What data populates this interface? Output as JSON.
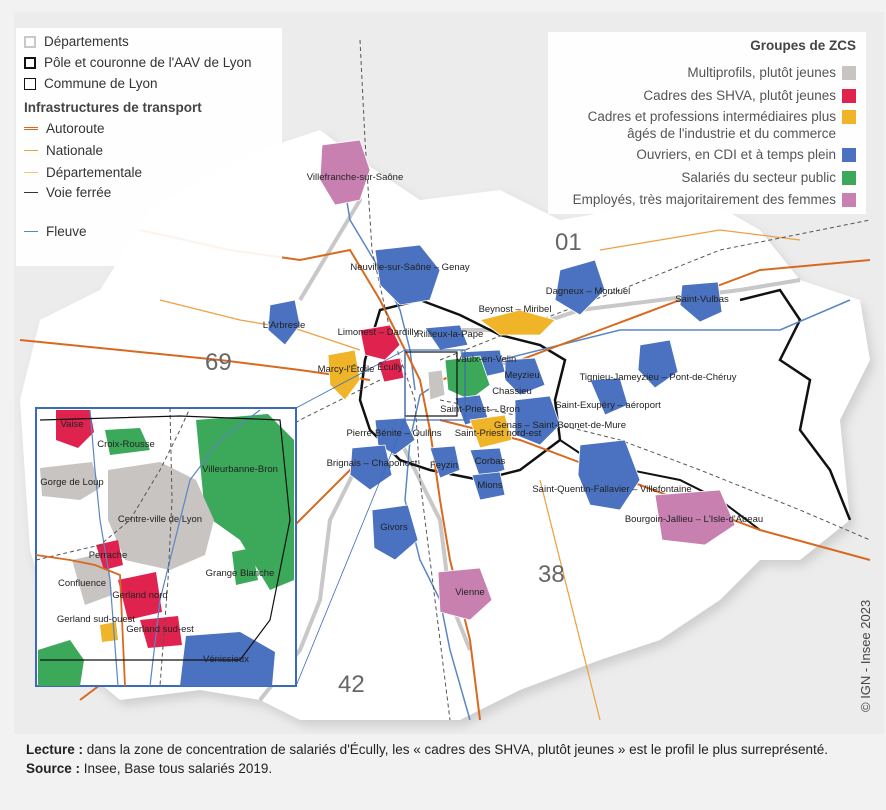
{
  "legend_left": {
    "departements": "Départements",
    "pole": "Pôle et couronne de l'AAV de Lyon",
    "commune": "Commune de Lyon",
    "infra_title": "Infrastructures de transport",
    "autoroute": "Autoroute",
    "nationale": "Nationale",
    "departementale": "Départementale",
    "voie_ferree": "Voie ferrée",
    "fleuve": "Fleuve"
  },
  "legend_right": {
    "title": "Groupes de ZCS",
    "groups": [
      {
        "label": "Multiprofils, plutôt jeunes",
        "color": "#c8c4c2"
      },
      {
        "label": "Cadres des SHVA, plutôt jeunes",
        "color": "#e0234e"
      },
      {
        "label": "Cadres et professions intermédiaires plus âgés de l'industrie et du commerce",
        "color": "#f0b428"
      },
      {
        "label": "Ouvriers, en CDI et à temps plein",
        "color": "#4a72c0"
      },
      {
        "label": "Salariés du secteur public",
        "color": "#3ca85a"
      },
      {
        "label": "Employés, très majoritairement des femmes",
        "color": "#c880b0"
      }
    ]
  },
  "departments": {
    "d01": "01",
    "d69": "69",
    "d38": "38",
    "d42": "42"
  },
  "places": {
    "villefranche": "Villefranche-sur-Saône",
    "neuville": "Neuville-sur-Saône – Genay",
    "dagneux": "Dagneux – Montluel",
    "beynost": "Beynost – Miribel",
    "saint_vulbas": "Saint-Vulbas",
    "arbresle": "L'Arbresle",
    "limonest": "Limonest – Dardilly",
    "rillieux": "Rillieux-la-Pape",
    "ecully": "Écully",
    "marcy": "Marcy-l'Étoile",
    "vaulx": "Vaulx-en-Velin",
    "meyzieu": "Meyzieu",
    "chassieu": "Chassieu",
    "tignieu": "Tignieu-Jameyzieu – Pont-de-Chéruy",
    "st_exupery": "Saint-Exupéry – aéroport",
    "st_priest_bron": "Saint-Priest – Bron",
    "st_priest_ne": "Saint-Priest nord-est",
    "genas": "Genas – Saint-Bonnet-de-Mure",
    "pierre_benite": "Pierre-Bénite – Oullins",
    "brignais": "Brignais – Chaponost",
    "feyzin": "Feyzin",
    "corbas": "Corbas",
    "mions": "Mions",
    "st_quentin": "Saint-Quentin-Fallavier – Villefontaine",
    "bourgoin": "Bourgoin-Jallieu – L'Isle-d'Abeau",
    "givors": "Givors",
    "vienne": "Vienne"
  },
  "inset": {
    "vaise": "Vaise",
    "croix_rousse": "Croix-Rousse",
    "villeurbanne": "Villeurbanne-Bron",
    "gorge_loup": "Gorge de Loup",
    "centre_ville": "Centre-ville de Lyon",
    "perrache": "Perrache",
    "grange_blanche": "Grange Blanche",
    "confluence": "Confluence",
    "gerland_nord": "Gerland nord",
    "gerland_so": "Gerland sud-ouest",
    "gerland_se": "Gerland sud-est",
    "venissieux": "Vénissieux"
  },
  "copyright": "© IGN - Insee 2023",
  "footer": {
    "lecture_label": "Lecture :",
    "lecture_text": " dans la zone de concentration de salariés d'Écully, les « cadres des SHVA, plutôt jeunes » est le profil le plus surreprésenté.",
    "source_label": "Source :",
    "source_text": " Insee, Base tous salariés 2019."
  }
}
